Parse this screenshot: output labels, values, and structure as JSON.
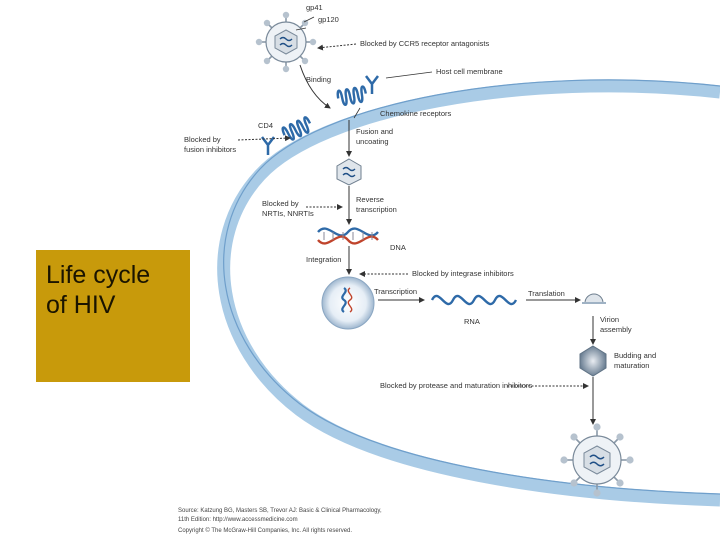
{
  "slide": {
    "title_line1": "Life cycle",
    "title_line2": "of HIV",
    "title_box_color": "#c89a0b",
    "membrane_color": "#a9cbe6",
    "receptor_color": "#2e6aa8"
  },
  "diagram": {
    "labels": {
      "gp41": "gp41",
      "gp120": "gp120",
      "ccr5": "Blocked by CCR5 receptor antagonists",
      "binding": "Binding",
      "host_membrane": "Host cell membrane",
      "chemokine": "Chemokine receptors",
      "cd4": "CD4",
      "fusion_inhib_1": "Blocked by",
      "fusion_inhib_2": "fusion inhibitors",
      "fusion_1": "Fusion and",
      "fusion_2": "uncoating",
      "nrti_1": "Blocked by",
      "nrti_2": "NRTIs, NNRTIs",
      "rt_1": "Reverse",
      "rt_2": "transcription",
      "dna": "DNA",
      "integration": "Integration",
      "integrase": "Blocked by integrase inhibitors",
      "transcription": "Transcription",
      "rna": "RNA",
      "translation": "Translation",
      "virion_1": "Virion",
      "virion_2": "assembly",
      "budding_1": "Budding and",
      "budding_2": "maturation",
      "protease": "Blocked by protease and maturation inhibitors"
    },
    "caption": {
      "line1": "Source: Katzung BG, Masters SB, Trevor AJ: Basic & Clinical Pharmacology,",
      "line2": "11th Edition: http://www.accessmedicine.com",
      "line3": "Copyright © The McGraw-Hill Companies, Inc. All rights reserved."
    }
  }
}
